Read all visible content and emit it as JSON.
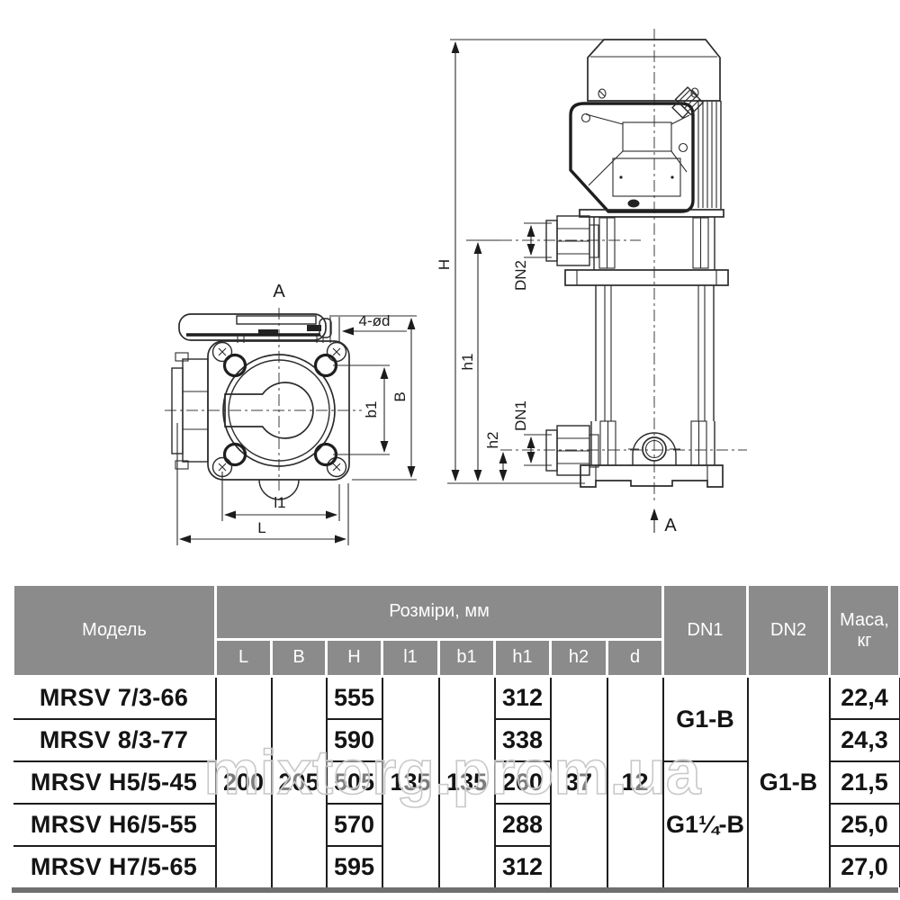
{
  "watermark": "mixtorg.prom.ua",
  "drawing": {
    "top_view": {
      "view_label": "A",
      "dim_4d": "4-ød",
      "dim_b1": "b1",
      "dim_B": "B",
      "dim_l1": "l1",
      "dim_L": "L"
    },
    "side_view": {
      "dim_H": "H",
      "dim_h1": "h1",
      "dim_h2": "h2",
      "dim_DN1": "DN1",
      "dim_DN2": "DN2",
      "section_label": "A"
    }
  },
  "table": {
    "header": {
      "model": "Модель",
      "dims_group": "Розміри, мм",
      "cols": [
        "L",
        "B",
        "H",
        "l1",
        "b1",
        "h1",
        "h2",
        "d"
      ],
      "dn1": "DN1",
      "dn2": "DN2",
      "mass": "Маса,\nкг"
    },
    "shared": {
      "L": "200",
      "B": "205",
      "l1": "135",
      "b1": "135",
      "h2": "37",
      "d": "12",
      "dn1_top": "G1-B",
      "dn1_bottom": "G1¼-B",
      "dn2": "G1-B"
    },
    "rows": [
      {
        "model": "MRSV 7/3-66",
        "H": "555",
        "h1": "312",
        "mass": "22,4"
      },
      {
        "model": "MRSV 8/3-77",
        "H": "590",
        "h1": "338",
        "mass": "24,3"
      },
      {
        "model": "MRSV H5/5-45",
        "H": "505",
        "h1": "260",
        "mass": "21,5"
      },
      {
        "model": "MRSV H6/5-55",
        "H": "570",
        "h1": "288",
        "mass": "25,0"
      },
      {
        "model": "MRSV H7/5-65",
        "H": "595",
        "h1": "312",
        "mass": "27,0"
      }
    ]
  },
  "colors": {
    "header_bg": "#8b8b8b",
    "row_shade": "#dcdcdc",
    "cell_border": "#1d1d1d",
    "bottom_bar": "#6f6f6f",
    "line": "#2b2b2b",
    "watermark_stroke": "#c8c8c8"
  }
}
